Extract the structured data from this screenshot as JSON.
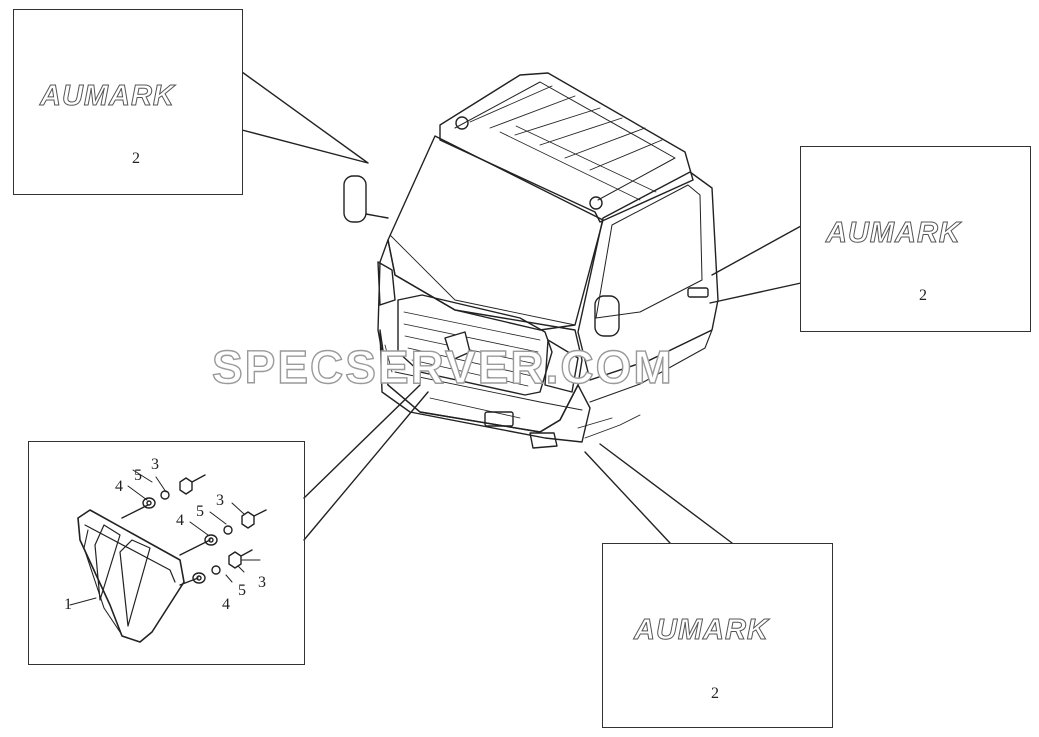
{
  "watermark": "SPECSERVER.COM",
  "callouts": [
    {
      "logo_text": "AUMARK",
      "part_number": "2"
    },
    {
      "logo_text": "AUMARK",
      "part_number": "2"
    },
    {
      "logo_text": "AUMARK",
      "part_number": "2"
    }
  ],
  "grille_detail": {
    "part_labels": [
      "1",
      "3",
      "4",
      "5",
      "3",
      "4",
      "5",
      "3",
      "4",
      "5"
    ]
  }
}
